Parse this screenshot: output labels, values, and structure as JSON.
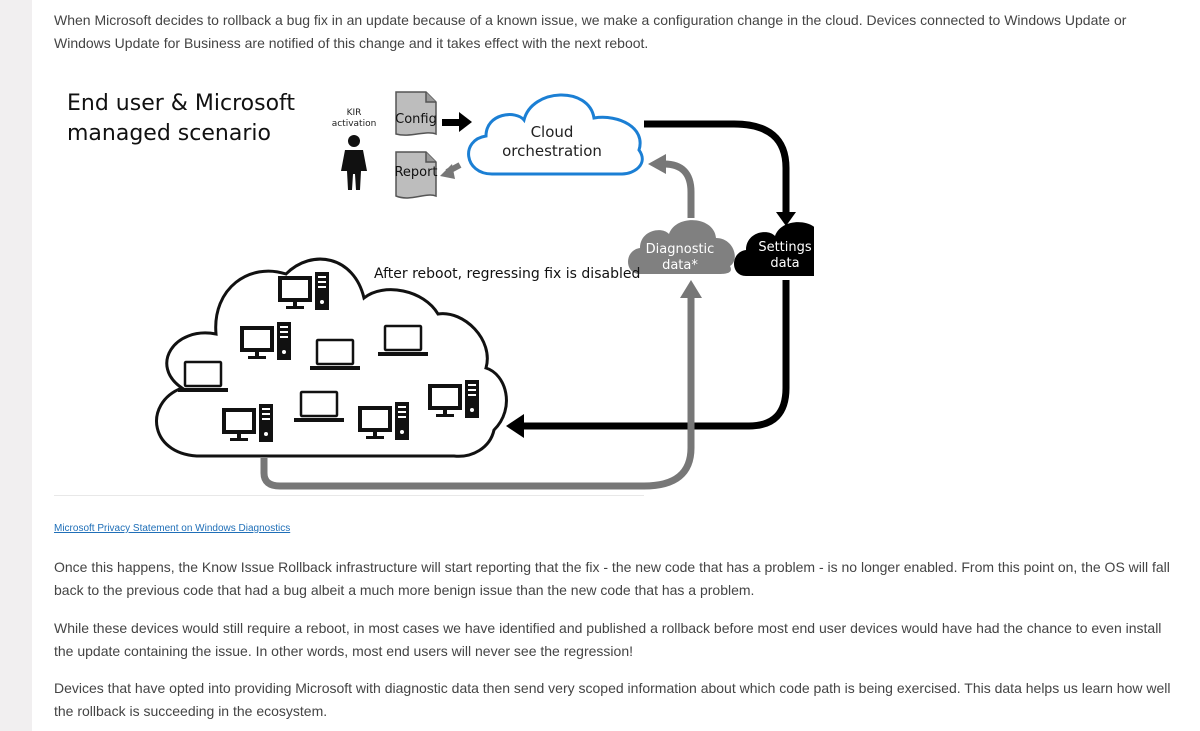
{
  "article": {
    "intro": "When Microsoft decides to rollback a bug fix in an update because of a known issue, we make a configuration change in the cloud. Devices connected to Windows Update or Windows Update for Business are notified of this change and it takes effect with the next reboot.",
    "privacy_link": "Microsoft Privacy Statement on Windows Diagnostics",
    "para2": "Once this happens, the Know Issue Rollback infrastructure will start reporting that the fix - the new code that has a problem - is no longer enabled. From this point on, the OS will fall back to the previous code that had a bug albeit a much more benign issue than the new code that has a problem.",
    "para3": "While these devices would still require a reboot, in most cases we have identified and published a rollback before most end user devices would have had the chance to even install the update containing the issue. In other words, most end users will never see the regression!",
    "para4": "Devices that have opted into providing Microsoft with diagnostic data then send very scoped information about which code path is being exercised. This data helps us learn how well the rollback is succeeding in the ecosystem."
  },
  "diagram": {
    "title_line1": "End user & Microsoft",
    "title_line2": "managed scenario",
    "kir_line1": "KIR",
    "kir_line2": "activation",
    "config_label": "Config",
    "report_label": "Report",
    "cloud_line1": "Cloud",
    "cloud_line2": "orchestration",
    "diagnostic_line1": "Diagnostic",
    "diagnostic_line2": "data*",
    "settings_line1": "Settings",
    "settings_line2": "data",
    "devices_caption": "After reboot, regressing fix is disabled",
    "colors": {
      "cloud_outline": "#1b7fd4",
      "gray_arrow": "#777777",
      "black_arrow": "#000000"
    }
  }
}
